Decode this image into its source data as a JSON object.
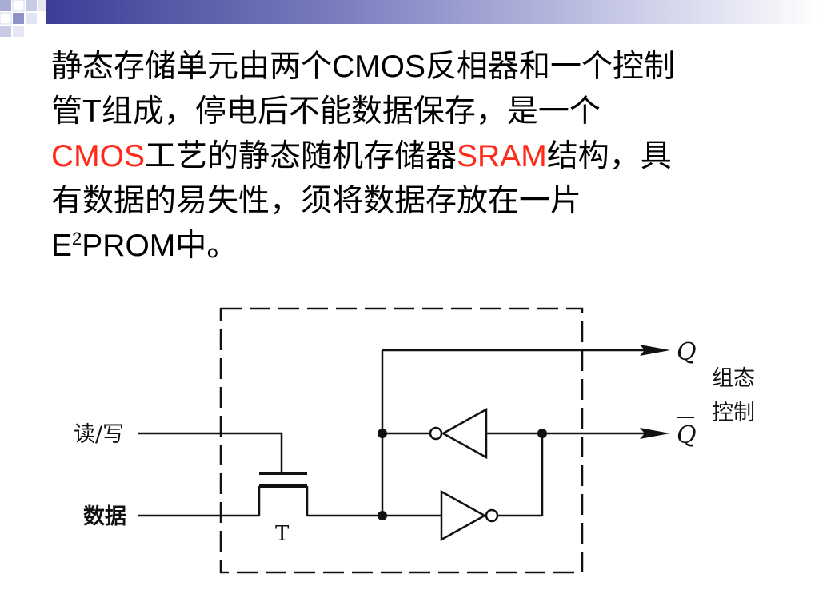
{
  "slide": {
    "paragraph": {
      "line1": {
        "a": "静态存储单元由两个CMOS反相器和一个控制"
      },
      "line2": {
        "a": "管T组成，停电后不能数据保存，是一个"
      },
      "line3": {
        "red1": "CMOS",
        "b": "工艺的静态随机存储器",
        "red2": "SRAM",
        "c": "结构，具"
      },
      "line4": {
        "a": "有数据的易失性，须将数据存放在一片"
      },
      "line5": {
        "a": "E",
        "sup": "2",
        "b": "PROM中。"
      }
    }
  },
  "diagram": {
    "input_rw": "读/写",
    "input_data": "数据",
    "transistor_label": "T",
    "output_q": "Q",
    "output_qbar": "Q",
    "control_label_1": "组态",
    "control_label_2": "控制"
  },
  "colors": {
    "accent_red": "#ff2a1a",
    "bar_dark": "#3a3e96",
    "deco_square": "#8e92c8"
  }
}
